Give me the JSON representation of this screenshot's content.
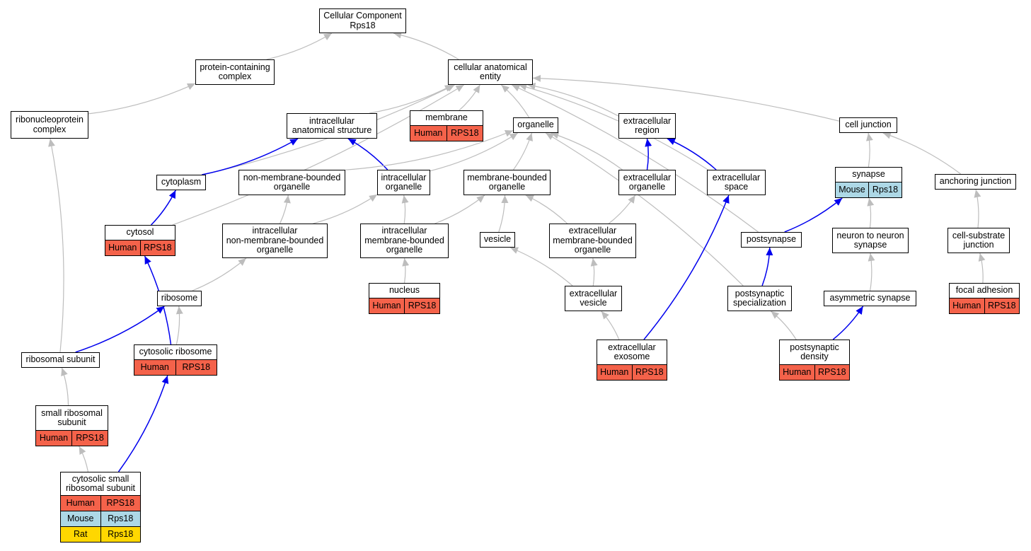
{
  "colors": {
    "edge_grey": "#bdbdbd",
    "edge_blue": "#0000ee",
    "Human": "#f4624a",
    "Mouse": "#add8e6",
    "Rat": "#ffd700"
  },
  "nodes": {
    "root": {
      "label": "Cellular Component\nRps18",
      "rows": []
    },
    "protein_complex": {
      "label": "protein-containing\ncomplex",
      "rows": []
    },
    "cae": {
      "label": "cellular anatomical\nentity",
      "rows": []
    },
    "rnp": {
      "label": "ribonucleoprotein\ncomplex",
      "rows": []
    },
    "ias": {
      "label": "intracellular\nanatomical structure",
      "rows": []
    },
    "membrane": {
      "label": "membrane",
      "rows": [
        {
          "species": "Human",
          "gene": "RPS18"
        }
      ]
    },
    "organelle": {
      "label": "organelle",
      "rows": []
    },
    "ecr": {
      "label": "extracellular\nregion",
      "rows": []
    },
    "cell_junction": {
      "label": "cell junction",
      "rows": []
    },
    "cytoplasm": {
      "label": "cytoplasm",
      "rows": []
    },
    "nmbo": {
      "label": "non-membrane-bounded\norganelle",
      "rows": []
    },
    "io": {
      "label": "intracellular\norganelle",
      "rows": []
    },
    "mbo": {
      "label": "membrane-bounded\norganelle",
      "rows": []
    },
    "eco": {
      "label": "extracellular\norganelle",
      "rows": []
    },
    "ecs": {
      "label": "extracellular\nspace",
      "rows": []
    },
    "synapse": {
      "label": "synapse",
      "rows": [
        {
          "species": "Mouse",
          "gene": "Rps18"
        }
      ]
    },
    "anchoring": {
      "label": "anchoring junction",
      "rows": []
    },
    "cytosol": {
      "label": "cytosol",
      "rows": [
        {
          "species": "Human",
          "gene": "RPS18"
        }
      ]
    },
    "inmbo": {
      "label": "intracellular\nnon-membrane-bounded\norganelle",
      "rows": []
    },
    "imbo": {
      "label": "intracellular\nmembrane-bounded\norganelle",
      "rows": []
    },
    "vesicle": {
      "label": "vesicle",
      "rows": []
    },
    "ecmbo": {
      "label": "extracellular\nmembrane-bounded\norganelle",
      "rows": []
    },
    "postsynapse": {
      "label": "postsynapse",
      "rows": []
    },
    "n2n": {
      "label": "neuron to neuron\nsynapse",
      "rows": []
    },
    "csj": {
      "label": "cell-substrate\njunction",
      "rows": []
    },
    "ribosome": {
      "label": "ribosome",
      "rows": []
    },
    "nucleus": {
      "label": "nucleus",
      "rows": [
        {
          "species": "Human",
          "gene": "RPS18"
        }
      ]
    },
    "ecv": {
      "label": "extracellular\nvesicle",
      "rows": []
    },
    "pss": {
      "label": "postsynaptic\nspecialization",
      "rows": []
    },
    "asym": {
      "label": "asymmetric synapse",
      "rows": []
    },
    "focal": {
      "label": "focal adhesion",
      "rows": [
        {
          "species": "Human",
          "gene": "RPS18"
        }
      ]
    },
    "ribo_sub": {
      "label": "ribosomal subunit",
      "rows": []
    },
    "cyto_ribo": {
      "label": "cytosolic ribosome",
      "rows": [
        {
          "species": "Human",
          "gene": "RPS18"
        }
      ]
    },
    "exosome": {
      "label": "extracellular\nexosome",
      "rows": [
        {
          "species": "Human",
          "gene": "RPS18"
        }
      ]
    },
    "psd": {
      "label": "postsynaptic\ndensity",
      "rows": [
        {
          "species": "Human",
          "gene": "RPS18"
        }
      ]
    },
    "ssu": {
      "label": "small ribosomal\nsubunit",
      "rows": [
        {
          "species": "Human",
          "gene": "RPS18"
        }
      ]
    },
    "cssu": {
      "label": "cytosolic small\nribosomal subunit",
      "rows": [
        {
          "species": "Human",
          "gene": "RPS18"
        },
        {
          "species": "Mouse",
          "gene": "Rps18"
        },
        {
          "species": "Rat",
          "gene": "Rps18"
        }
      ]
    }
  },
  "edges": [
    {
      "from": "protein_complex",
      "to": "root",
      "type": "is_a"
    },
    {
      "from": "cae",
      "to": "root",
      "type": "is_a"
    },
    {
      "from": "rnp",
      "to": "protein_complex",
      "type": "is_a"
    },
    {
      "from": "ias",
      "to": "cae",
      "type": "is_a"
    },
    {
      "from": "membrane",
      "to": "cae",
      "type": "is_a"
    },
    {
      "from": "organelle",
      "to": "cae",
      "type": "is_a"
    },
    {
      "from": "ecr",
      "to": "cae",
      "type": "is_a"
    },
    {
      "from": "cell_junction",
      "to": "cae",
      "type": "is_a"
    },
    {
      "from": "cytoplasm",
      "to": "cae",
      "type": "is_a"
    },
    {
      "from": "cytosol",
      "to": "cae",
      "type": "is_a"
    },
    {
      "from": "ecs",
      "to": "cae",
      "type": "is_a"
    },
    {
      "from": "postsynapse",
      "to": "cae",
      "type": "is_a"
    },
    {
      "from": "cytoplasm",
      "to": "ias",
      "type": "part_of"
    },
    {
      "from": "io",
      "to": "ias",
      "type": "part_of"
    },
    {
      "from": "nmbo",
      "to": "organelle",
      "type": "is_a"
    },
    {
      "from": "io",
      "to": "organelle",
      "type": "is_a"
    },
    {
      "from": "mbo",
      "to": "organelle",
      "type": "is_a"
    },
    {
      "from": "eco",
      "to": "organelle",
      "type": "is_a"
    },
    {
      "from": "pss",
      "to": "organelle",
      "type": "is_a"
    },
    {
      "from": "eco",
      "to": "ecr",
      "type": "part_of"
    },
    {
      "from": "ecs",
      "to": "ecr",
      "type": "part_of"
    },
    {
      "from": "synapse",
      "to": "cell_junction",
      "type": "is_a"
    },
    {
      "from": "anchoring",
      "to": "cell_junction",
      "type": "is_a"
    },
    {
      "from": "cytosol",
      "to": "cytoplasm",
      "type": "part_of"
    },
    {
      "from": "inmbo",
      "to": "nmbo",
      "type": "is_a"
    },
    {
      "from": "inmbo",
      "to": "io",
      "type": "is_a"
    },
    {
      "from": "imbo",
      "to": "io",
      "type": "is_a"
    },
    {
      "from": "imbo",
      "to": "mbo",
      "type": "is_a"
    },
    {
      "from": "vesicle",
      "to": "mbo",
      "type": "is_a"
    },
    {
      "from": "ecmbo",
      "to": "mbo",
      "type": "is_a"
    },
    {
      "from": "ecmbo",
      "to": "eco",
      "type": "is_a"
    },
    {
      "from": "exosome",
      "to": "ecs",
      "type": "part_of"
    },
    {
      "from": "postsynapse",
      "to": "synapse",
      "type": "part_of"
    },
    {
      "from": "n2n",
      "to": "synapse",
      "type": "is_a"
    },
    {
      "from": "csj",
      "to": "anchoring",
      "type": "is_a"
    },
    {
      "from": "ribo_sub",
      "to": "rnp",
      "type": "is_a"
    },
    {
      "from": "ribosome",
      "to": "inmbo",
      "type": "is_a"
    },
    {
      "from": "nucleus",
      "to": "imbo",
      "type": "is_a"
    },
    {
      "from": "ecv",
      "to": "vesicle",
      "type": "is_a"
    },
    {
      "from": "ecv",
      "to": "ecmbo",
      "type": "is_a"
    },
    {
      "from": "pss",
      "to": "postsynapse",
      "type": "part_of"
    },
    {
      "from": "asym",
      "to": "n2n",
      "type": "is_a"
    },
    {
      "from": "focal",
      "to": "csj",
      "type": "is_a"
    },
    {
      "from": "ribo_sub",
      "to": "ribosome",
      "type": "part_of"
    },
    {
      "from": "cyto_ribo",
      "to": "ribosome",
      "type": "is_a"
    },
    {
      "from": "cyto_ribo",
      "to": "cytosol",
      "type": "part_of"
    },
    {
      "from": "exosome",
      "to": "ecv",
      "type": "is_a"
    },
    {
      "from": "psd",
      "to": "pss",
      "type": "is_a"
    },
    {
      "from": "psd",
      "to": "asym",
      "type": "part_of"
    },
    {
      "from": "ssu",
      "to": "ribo_sub",
      "type": "is_a"
    },
    {
      "from": "cssu",
      "to": "ssu",
      "type": "is_a"
    },
    {
      "from": "cssu",
      "to": "cyto_ribo",
      "type": "part_of"
    }
  ]
}
